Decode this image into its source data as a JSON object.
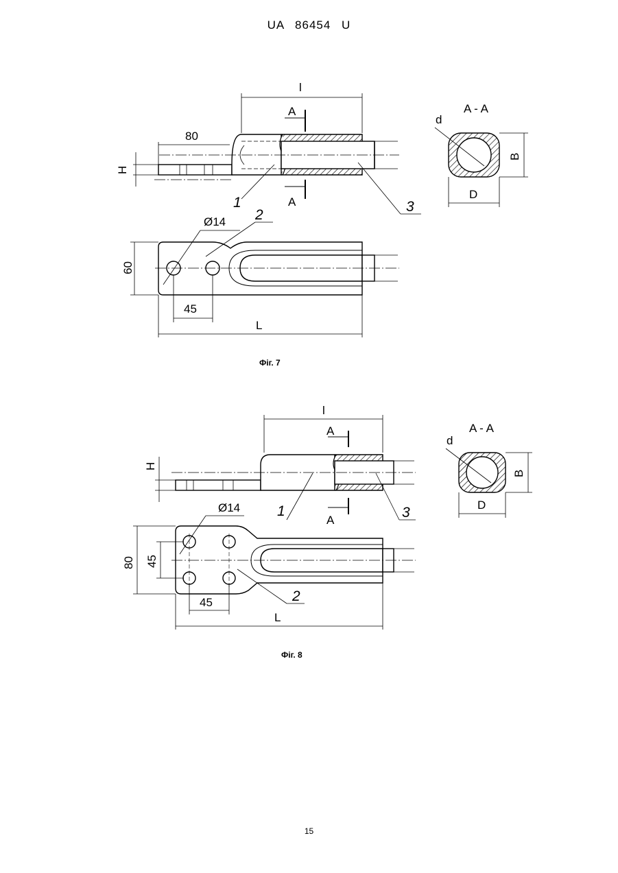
{
  "header": "UA  86454  U",
  "page_number": "15",
  "fig7": {
    "caption": "Фіг. 7",
    "dims": {
      "l": "l",
      "eighty": "80",
      "h": "H",
      "sixty": "60",
      "phi": "Ø14",
      "fortyfive": "45",
      "L": "L"
    },
    "section": {
      "aa": "A - A",
      "a": "A",
      "d": "d",
      "b": "B",
      "D": "D"
    },
    "labels": {
      "one": "1",
      "two": "2",
      "three": "3"
    }
  },
  "fig8": {
    "caption": "Фіг. 8",
    "dims": {
      "l": "l",
      "h": "H",
      "eighty": "80",
      "fortyfive_v": "45",
      "phi": "Ø14",
      "fortyfive_h": "45",
      "L": "L"
    },
    "section": {
      "aa": "A - A",
      "a": "A",
      "d": "d",
      "b": "B",
      "D": "D"
    },
    "labels": {
      "one": "1",
      "two": "2",
      "three": "3"
    }
  }
}
